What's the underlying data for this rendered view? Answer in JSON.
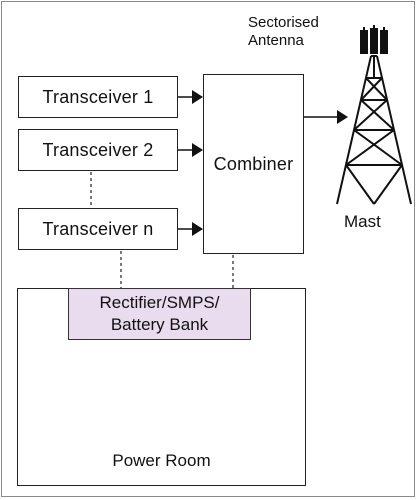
{
  "transceivers": [
    {
      "label": "Transceiver 1"
    },
    {
      "label": "Transceiver 2"
    },
    {
      "label": "Transceiver n"
    }
  ],
  "combiner": {
    "label": "Combiner"
  },
  "rectifier": {
    "line1": "Rectifier/SMPS/",
    "line2": "Battery Bank"
  },
  "power_room": {
    "label": "Power Room"
  },
  "antenna": {
    "line1": "Sectorised",
    "line2": "Antenna"
  },
  "mast": {
    "label": "Mast"
  },
  "colors": {
    "rectifier_fill": "#e9dcef",
    "generator": "#1aa898",
    "sky_top": "#a9c4d8",
    "sky_bottom": "#e59a4a"
  }
}
